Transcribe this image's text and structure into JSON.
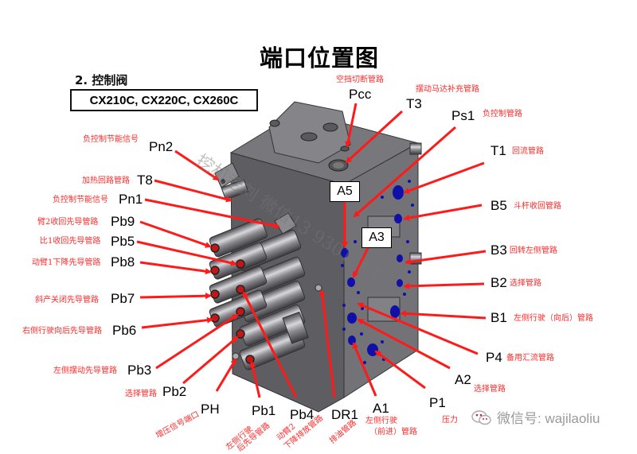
{
  "title": "端口位置图",
  "section": "2. 控制阀",
  "models": "CX210C, CX220C, CX260C",
  "watermark": "挖机老刘 微信13 9301514",
  "wechat": {
    "icon": "wechat-icon",
    "text": "微信号: wajilaoliu"
  },
  "colors": {
    "arrow": "#ff1a1a",
    "body": "#6b6b70",
    "port_blue": "#1010a8",
    "label_cn": "#ff2a2a"
  },
  "boxes": {
    "a5": "A5",
    "a3": "A3"
  },
  "ports": {
    "pcc": {
      "code": "Pcc",
      "desc": "空挡切断管路"
    },
    "t3": {
      "code": "T3",
      "desc": "摆动马达补充管路"
    },
    "ps1": {
      "code": "Ps1",
      "desc": "负控制管路"
    },
    "t1": {
      "code": "T1",
      "desc": "回流管路"
    },
    "b5": {
      "code": "B5",
      "desc": "斗杆收回管路"
    },
    "b3": {
      "code": "B3",
      "desc": "回转左侧管路"
    },
    "b2": {
      "code": "B2",
      "desc": "选择管路"
    },
    "b1": {
      "code": "B1",
      "desc": "左侧行驶（向后）管路"
    },
    "p4": {
      "code": "P4",
      "desc": "备用汇流管路"
    },
    "a2": {
      "code": "A2",
      "desc": "选择管路"
    },
    "p1": {
      "code": "P1",
      "desc": "压力"
    },
    "a1": {
      "code": "A1",
      "desc1": "左侧行驶",
      "desc2": "（前进）管路"
    },
    "dr1": {
      "code": "DR1",
      "desc": "排油管路"
    },
    "pb4": {
      "code": "Pb4",
      "desc1": "动臂2",
      "desc2": "下降排放管路"
    },
    "pb1": {
      "code": "Pb1",
      "desc1": "左侧行驶",
      "desc2": "后先导管路"
    },
    "ph": {
      "code": "PH",
      "desc": "增压信号端口"
    },
    "pb2": {
      "code": "Pb2",
      "desc": "选择管路"
    },
    "pb3": {
      "code": "Pb3",
      "desc": "左侧摆动先导管路"
    },
    "pb6": {
      "code": "Pb6",
      "desc": "右侧行驶向后先导管路"
    },
    "pb7": {
      "code": "Pb7",
      "desc": "斜产关闭先导管路"
    },
    "pb8": {
      "code": "Pb8",
      "desc": "动臂1下降先导管路"
    },
    "pb5": {
      "code": "Pb5",
      "desc": "比1收回先导管路"
    },
    "pb9": {
      "code": "Pb9",
      "desc": "臂2收回先导管路"
    },
    "pn1": {
      "code": "Pn1",
      "desc": "负控制节能信号"
    },
    "t8": {
      "code": "T8",
      "desc": "加热回路管路"
    },
    "pn2": {
      "code": "Pn2",
      "desc": "负控制节能信号"
    }
  }
}
